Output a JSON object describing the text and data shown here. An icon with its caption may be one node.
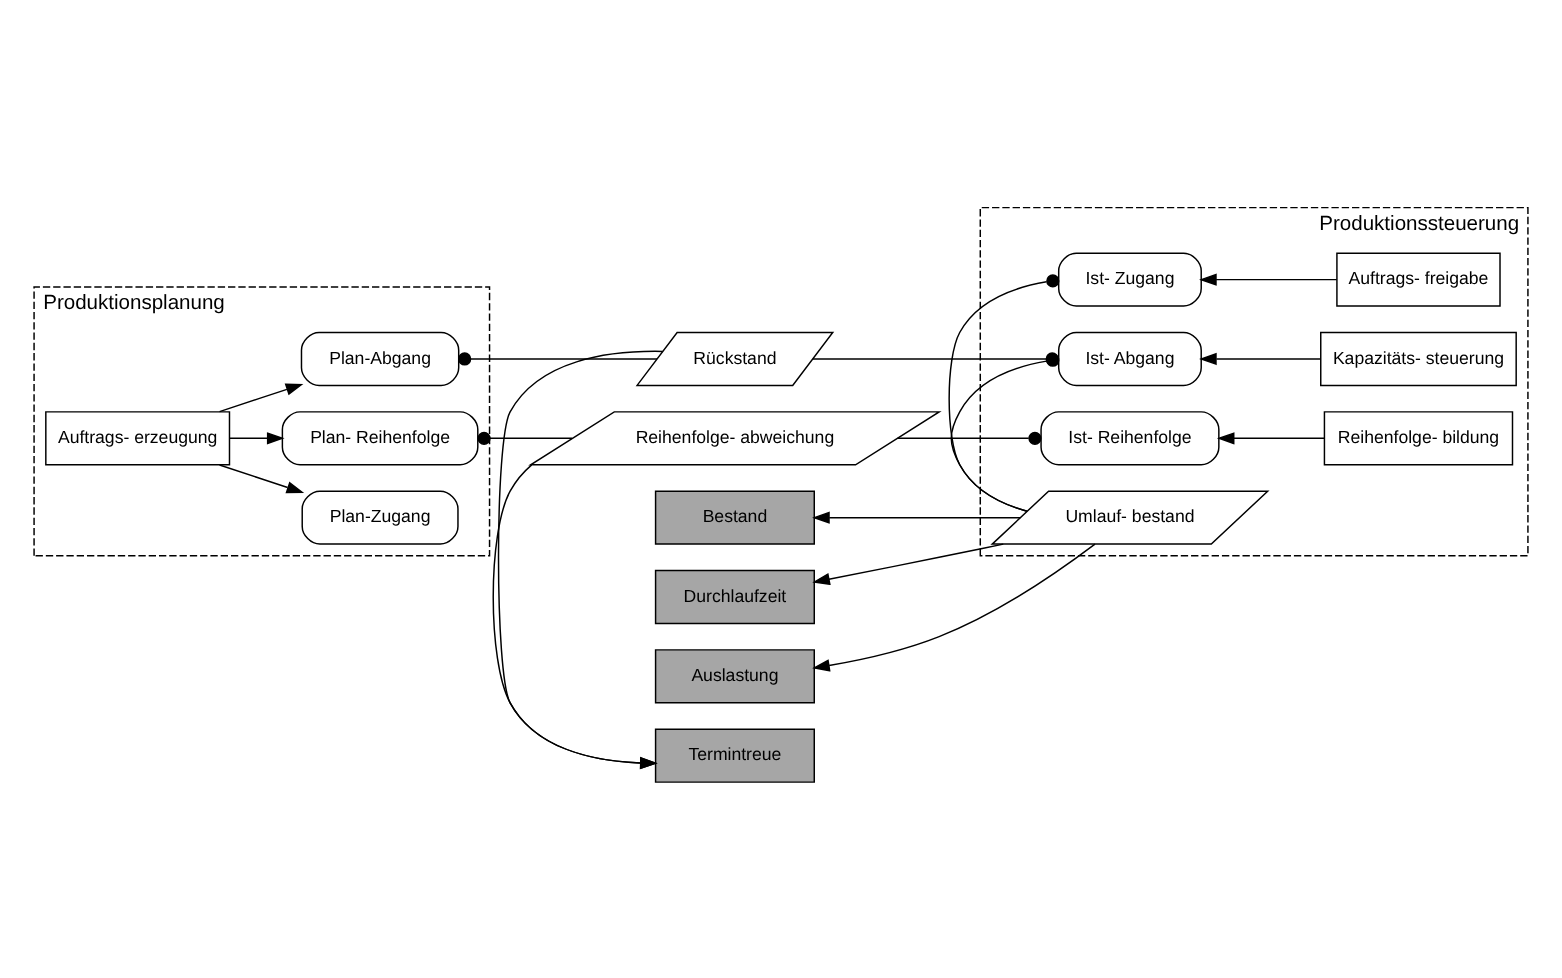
{
  "diagram": {
    "nodes": [
      {
        "text": [
          "Produktionsplanung"
        ]
      },
      {
        "text": [
          "Produktionssteuerung"
        ]
      },
      {
        "text": [
          "Auftrags- erzeugung"
        ],
        "in": 0
      },
      {
        "text": [
          "Plan-Zugang"
        ],
        "in": 0
      },
      {
        "text": [
          "Plan-Abgang"
        ],
        "in": 0
      },
      {
        "text": [
          "Plan- Reihenfolge"
        ],
        "in": 0
      },
      {
        "text": [
          "Bestand"
        ]
      },
      {
        "text": [
          "Durchlaufzeit"
        ]
      },
      {
        "text": [
          "Auslastung"
        ]
      },
      {
        "text": [
          "Rückstand"
        ]
      },
      {
        "text": [
          "Termintreue"
        ]
      },
      {
        "text": [
          "Reihenfolge- abweichung"
        ]
      },
      {
        "text": [
          "Ist- Zugang"
        ],
        "in": 1
      },
      {
        "text": [
          "Auftrags- freigabe"
        ],
        "in": 1
      },
      {
        "text": [
          "Umlauf- bestand"
        ],
        "in": 1
      },
      {
        "text": [
          "Ist- Abgang"
        ],
        "in": 1
      },
      {
        "text": [
          "Kapazitäts- steuerung"
        ],
        "in": 1
      },
      {
        "text": [
          "Ist- Reihenfolge"
        ],
        "in": 1
      },
      {
        "text": [
          "Reihenfolge- bildung"
        ],
        "in": 1
      }
    ],
    "edges": [
      {
        "from": 2,
        "to": 3,
        "arrow": "to"
      },
      {
        "from": 2,
        "to": 4,
        "arrow": "to"
      },
      {
        "from": 2,
        "to": 5,
        "arrow": "to"
      },
      {
        "from": 13,
        "to": 12,
        "arrow": "to"
      },
      {
        "from": 14,
        "to": 12,
        "arrow": "other"
      },
      {
        "from": 14,
        "to": 15,
        "arrow": "other"
      },
      {
        "from": 14,
        "to": 6,
        "arrow": "to"
      },
      {
        "from": 14,
        "to": 7,
        "arrow": "to"
      },
      {
        "from": 14,
        "to": 8,
        "arrow": "to"
      },
      {
        "from": 16,
        "to": 15,
        "arrow": "to"
      },
      {
        "from": 9,
        "to": 4,
        "arrow": "other"
      },
      {
        "from": 9,
        "to": 15,
        "arrow": "other"
      },
      {
        "from": 9,
        "to": 10,
        "arrow": "to"
      },
      {
        "from": 11,
        "to": 10,
        "arrow": "to"
      },
      {
        "from": 11,
        "to": 5,
        "arrow": "other"
      },
      {
        "from": 11,
        "to": 17,
        "arrow": "other"
      },
      {
        "from": 18,
        "to": 17,
        "arrow": "to"
      }
    ]
  }
}
